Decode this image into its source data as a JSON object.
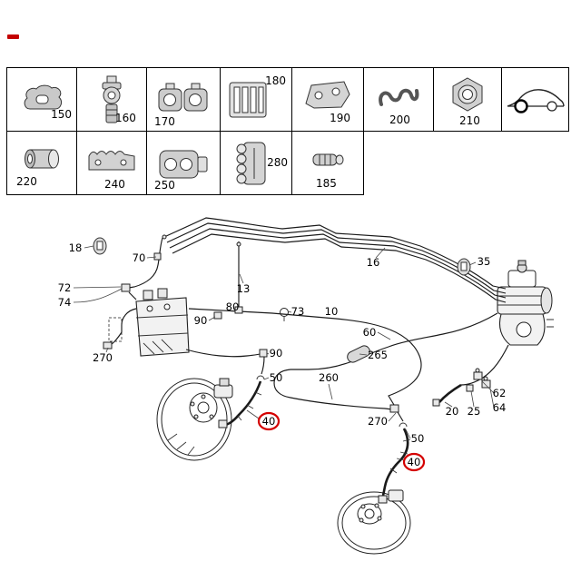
{
  "colors": {
    "line": "#1a1a1a",
    "highlight": "#d40000",
    "part_fill": "#cccccc"
  },
  "grid": {
    "row1": [
      {
        "number": "150",
        "icon": "grommet-mount-icon"
      },
      {
        "number": "160",
        "icon": "screw-clamp-icon"
      },
      {
        "number": "170",
        "icon": "double-pipe-clamp-icon"
      },
      {
        "number": "180",
        "icon": "multi-line-clip-icon"
      },
      {
        "number": "190",
        "icon": "bracket-plate-icon"
      },
      {
        "number": "200",
        "icon": "serpentine-clip-icon"
      },
      {
        "number": "210",
        "icon": "hex-nut-icon"
      },
      {
        "number": "",
        "icon": "car-reference-icon"
      }
    ],
    "row2": [
      {
        "number": "220",
        "icon": "rubber-sleeve-icon"
      },
      {
        "number": "240",
        "icon": "multi-hole-block-icon"
      },
      {
        "number": "250",
        "icon": "pipe-clamp-block-icon"
      },
      {
        "number": "280",
        "icon": "four-way-connector-icon"
      },
      {
        "number": "185",
        "icon": "hose-connector-icon"
      }
    ]
  },
  "diagram": {
    "labels": [
      {
        "text": "18",
        "highlight": false
      },
      {
        "text": "70",
        "highlight": false
      },
      {
        "text": "72",
        "highlight": false
      },
      {
        "text": "74",
        "highlight": false
      },
      {
        "text": "270",
        "highlight": false
      },
      {
        "text": "90",
        "highlight": false
      },
      {
        "text": "13",
        "highlight": false
      },
      {
        "text": "80",
        "highlight": false
      },
      {
        "text": "73",
        "highlight": false
      },
      {
        "text": "10",
        "highlight": false
      },
      {
        "text": "16",
        "highlight": false
      },
      {
        "text": "60",
        "highlight": false
      },
      {
        "text": "265",
        "highlight": false
      },
      {
        "text": "260",
        "highlight": false
      },
      {
        "text": "90",
        "highlight": false
      },
      {
        "text": "50",
        "highlight": false
      },
      {
        "text": "40",
        "highlight": true
      },
      {
        "text": "270",
        "highlight": false
      },
      {
        "text": "50",
        "highlight": false
      },
      {
        "text": "40",
        "highlight": true
      },
      {
        "text": "35",
        "highlight": false
      },
      {
        "text": "62",
        "highlight": false
      },
      {
        "text": "64",
        "highlight": false
      },
      {
        "text": "20",
        "highlight": false
      },
      {
        "text": "25",
        "highlight": false
      }
    ]
  }
}
